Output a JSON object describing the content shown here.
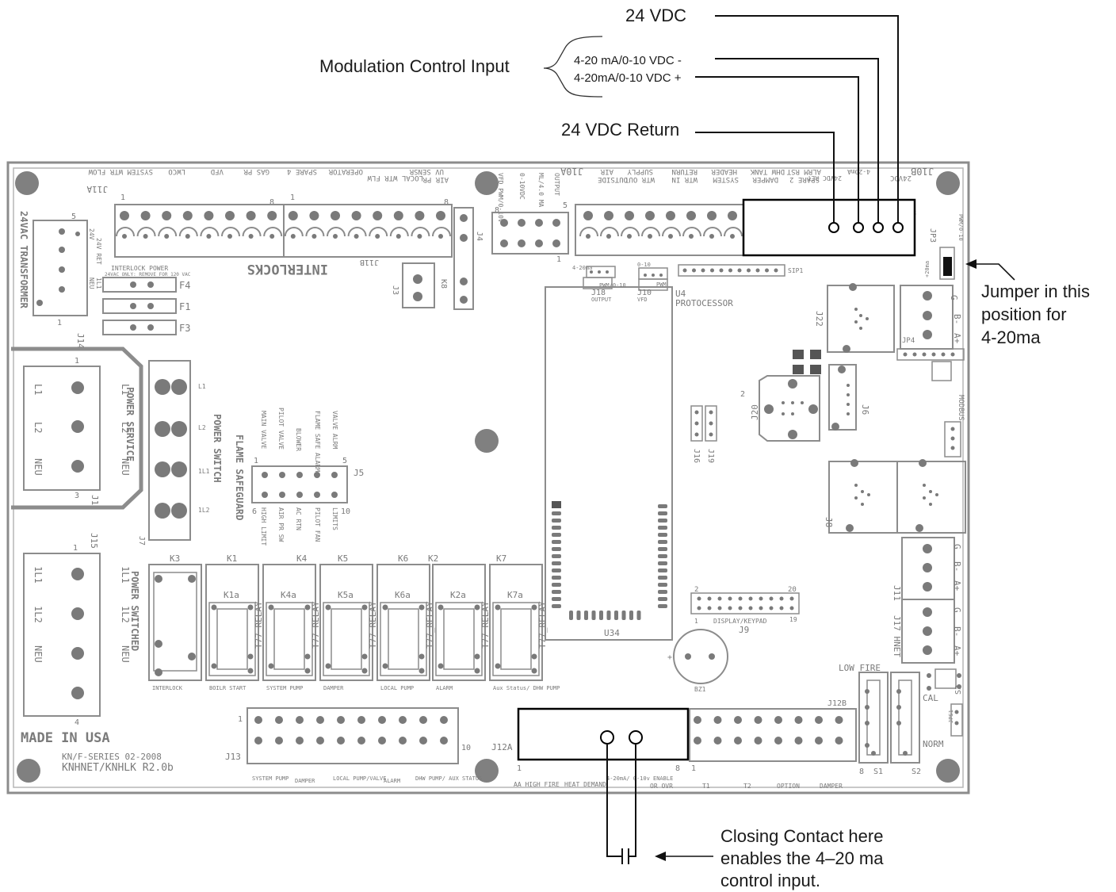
{
  "callouts": {
    "vdc24": "24 VDC",
    "modulation": "Modulation Control Input",
    "mod_minus": "4-20 mA/0-10 VDC -",
    "mod_plus": "4-20mA/0-10 VDC +",
    "vdc24_return": "24 VDC Return",
    "jumper": [
      "Jumper in this",
      "position for",
      "4-20ma"
    ],
    "contact": [
      "Closing Contact here",
      "enables the 4–20 ma",
      "control input."
    ]
  },
  "board": {
    "j11a": "J11A",
    "j11a_labels": [
      "SYSTEM WTR FLOW",
      "LWCO",
      "VFD",
      "GAS PR",
      "SPARE 4",
      "OPERATOR",
      "LOCAL WTR FLW",
      "UV SENSR",
      "AIR PR"
    ],
    "interlocks": "INTERLOCKS",
    "j11b": "J11B",
    "j10a": "J10A",
    "j10a_labels": [
      "AIR",
      "OUTSIDE",
      "SUPPLY",
      "WTR OUT",
      "RETURN",
      "WTR IN",
      "HEADER",
      "SYSTEM",
      "DHW TANK",
      "DAMPER",
      "ALRM RST",
      "SPARE 2",
      "24VDC RET",
      "4-20mA"
    ],
    "j10b": "J10B",
    "j10b_last": "24VDC",
    "j4": "J4",
    "j4_labels": [
      "VFD PWM/0-10v",
      "0-10VDC",
      "ML/4.0 MA",
      "OUTPUT"
    ],
    "transformer": "24VAC TRANSFORMER",
    "j14": "J14",
    "j14_pins": [
      "24V",
      "24V RET",
      "NEU",
      "1L1"
    ],
    "interlock_power": "INTERLOCK POWER",
    "interlock_note": "24VAC ONLY: REMOVE FOR 120 VAC",
    "fuses": [
      "F4",
      "F1",
      "F3"
    ],
    "j3": "J3",
    "k8": "K8",
    "power_service": "POWER SERVICE",
    "ps_terms": [
      "L1",
      "L2",
      "NEU"
    ],
    "j1": "J1",
    "power_switch": "POWER SWITCH",
    "sw_terms": [
      "L1",
      "L2",
      "1L1",
      "1L2"
    ],
    "j7": "J7",
    "flame": "FLAME SAFEGUARD",
    "j5": "J5",
    "j5_top": [
      "MAIN VALVE",
      "PILOT VALVE",
      "BLOWER",
      "FLAME SAFE ALARM",
      "VALVE ALRM"
    ],
    "j5_bot": [
      "HIGH LIMIT",
      "AIR PR SW",
      "AC RTN",
      "PILOT FAN",
      "LIMITS"
    ],
    "j15": "J15",
    "power_switched": "POWER SWITCHED",
    "psw_terms": [
      "1L1",
      "1L2",
      "NEU"
    ],
    "relay_tops": [
      "K3",
      "K1",
      "K4",
      "K5",
      "K6",
      "K2",
      "K7"
    ],
    "relay_subs": [
      "K1a",
      "K4a",
      "K5a",
      "K6a",
      "K2a",
      "K7a"
    ],
    "relay_part": "T77_RELAY",
    "relay_labels": [
      "INTERLOCK",
      "BOILR START",
      "SYSTEM PUMP",
      "DAMPER",
      "LOCAL PUMP",
      "ALARM",
      "Aux Status/ DHW PUMP"
    ],
    "made": "MADE IN USA",
    "series": "KN/F-SERIES 02-2008",
    "rev": "KNHNET/KNHLK R2.0b",
    "j13": "J13",
    "j13_labels": [
      "SYSTEM PUMP",
      "DAMPER",
      "LOCAL PUMP/VALVE",
      "ALARM",
      "DHW PUMP/ AUX STATUS"
    ],
    "j12a": "J12A",
    "j12a_labels": [
      "AA HIGH FIRE",
      "HEAT DEMAND",
      "4-20mA/ 0-10v ENABLE",
      "OR OVR"
    ],
    "j12b": "J12B",
    "j12b_labels": [
      "T1",
      "T2",
      "OPTION",
      "DAMPER"
    ],
    "j18": "J18",
    "j18_labels": [
      "4-20ma",
      "PWM/0-10",
      "OUTPUT"
    ],
    "j10": "J10",
    "j10_labels": [
      "0-10",
      "PWM",
      "VFD"
    ],
    "sip": "SIP1",
    "u4": "U4",
    "protocessor": "PROTOCESSOR",
    "u34": "U34",
    "j9": "J9",
    "display": "DISPLAY/KEYPAD",
    "bz1": "BZ1",
    "j16": "J16",
    "j19": "J19",
    "j20": "J20",
    "j6": "J6",
    "j22": "J22",
    "jp3": "JP3",
    "jp4": "JP4",
    "jp4_terms": [
      "G",
      "B-",
      "A+"
    ],
    "j8": "J8",
    "j11": "J11",
    "j17": "J17 HNET",
    "modbus": "MODBUS",
    "low_fire": "LOW FIRE",
    "cal": "CAL",
    "norm": "NORM",
    "s1": "S1",
    "s2": "S2",
    "s3": "S3",
    "jps1": "JPS1"
  }
}
